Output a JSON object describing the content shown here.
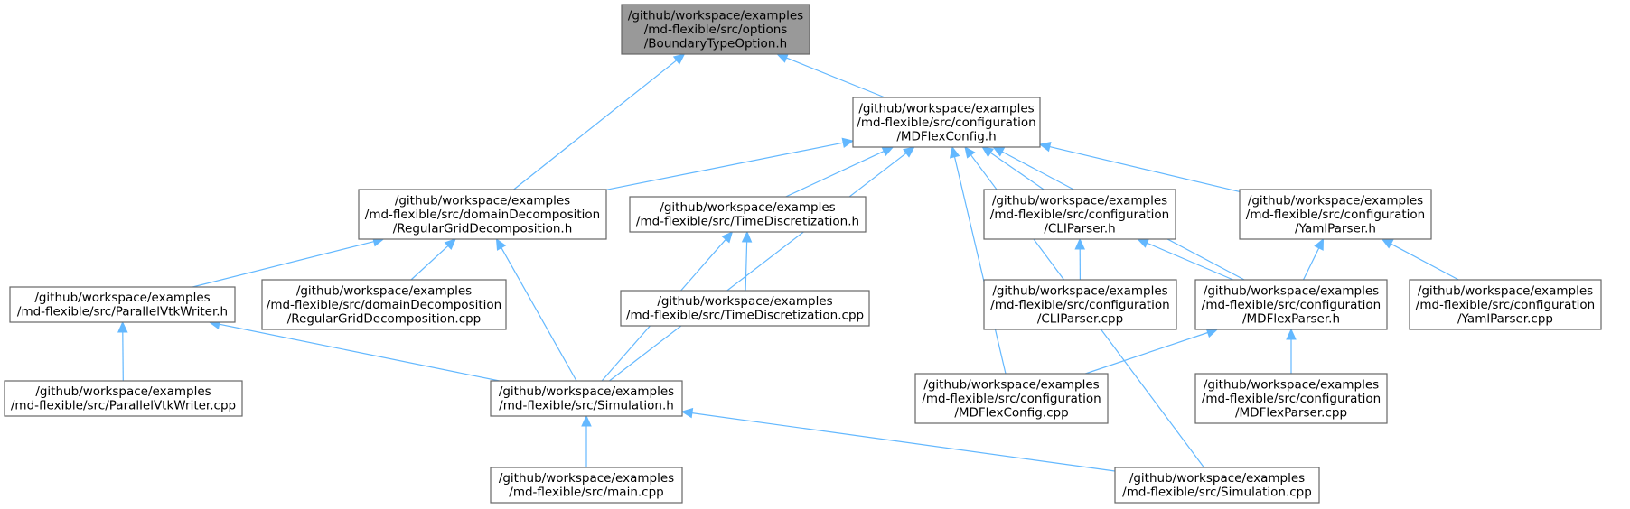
{
  "graph": {
    "nodes": [
      {
        "id": "BoundaryTypeOption_h",
        "lines": [
          "/github/workspace/examples",
          "/md-flexible/src/options",
          "/BoundaryTypeOption.h"
        ],
        "highlight": true
      },
      {
        "id": "MDFlexConfig_h",
        "lines": [
          "/github/workspace/examples",
          "/md-flexible/src/configuration",
          "/MDFlexConfig.h"
        ]
      },
      {
        "id": "RegularGridDecomposition_h",
        "lines": [
          "/github/workspace/examples",
          "/md-flexible/src/domainDecomposition",
          "/RegularGridDecomposition.h"
        ]
      },
      {
        "id": "TimeDiscretization_h",
        "lines": [
          "/github/workspace/examples",
          "/md-flexible/src/TimeDiscretization.h"
        ]
      },
      {
        "id": "CLIParser_h",
        "lines": [
          "/github/workspace/examples",
          "/md-flexible/src/configuration",
          "/CLIParser.h"
        ]
      },
      {
        "id": "YamlParser_h",
        "lines": [
          "/github/workspace/examples",
          "/md-flexible/src/configuration",
          "/YamlParser.h"
        ]
      },
      {
        "id": "ParallelVtkWriter_h",
        "lines": [
          "/github/workspace/examples",
          "/md-flexible/src/ParallelVtkWriter.h"
        ]
      },
      {
        "id": "RegularGridDecomposition_cpp",
        "lines": [
          "/github/workspace/examples",
          "/md-flexible/src/domainDecomposition",
          "/RegularGridDecomposition.cpp"
        ]
      },
      {
        "id": "TimeDiscretization_cpp",
        "lines": [
          "/github/workspace/examples",
          "/md-flexible/src/TimeDiscretization.cpp"
        ]
      },
      {
        "id": "CLIParser_cpp",
        "lines": [
          "/github/workspace/examples",
          "/md-flexible/src/configuration",
          "/CLIParser.cpp"
        ]
      },
      {
        "id": "MDFlexParser_h",
        "lines": [
          "/github/workspace/examples",
          "/md-flexible/src/configuration",
          "/MDFlexParser.h"
        ]
      },
      {
        "id": "YamlParser_cpp",
        "lines": [
          "/github/workspace/examples",
          "/md-flexible/src/configuration",
          "/YamlParser.cpp"
        ]
      },
      {
        "id": "ParallelVtkWriter_cpp",
        "lines": [
          "/github/workspace/examples",
          "/md-flexible/src/ParallelVtkWriter.cpp"
        ]
      },
      {
        "id": "Simulation_h",
        "lines": [
          "/github/workspace/examples",
          "/md-flexible/src/Simulation.h"
        ]
      },
      {
        "id": "MDFlexConfig_cpp",
        "lines": [
          "/github/workspace/examples",
          "/md-flexible/src/configuration",
          "/MDFlexConfig.cpp"
        ]
      },
      {
        "id": "MDFlexParser_cpp",
        "lines": [
          "/github/workspace/examples",
          "/md-flexible/src/configuration",
          "/MDFlexParser.cpp"
        ]
      },
      {
        "id": "main_cpp",
        "lines": [
          "/github/workspace/examples",
          "/md-flexible/src/main.cpp"
        ]
      },
      {
        "id": "Simulation_cpp",
        "lines": [
          "/github/workspace/examples",
          "/md-flexible/src/Simulation.cpp"
        ]
      }
    ],
    "edges": [
      {
        "from": "RegularGridDecomposition_h",
        "to": "BoundaryTypeOption_h"
      },
      {
        "from": "MDFlexConfig_h",
        "to": "BoundaryTypeOption_h"
      },
      {
        "from": "RegularGridDecomposition_h",
        "to": "MDFlexConfig_h"
      },
      {
        "from": "TimeDiscretization_h",
        "to": "MDFlexConfig_h"
      },
      {
        "from": "Simulation_h",
        "to": "MDFlexConfig_h"
      },
      {
        "from": "MDFlexConfig_cpp",
        "to": "MDFlexConfig_h"
      },
      {
        "from": "CLIParser_h",
        "to": "MDFlexConfig_h"
      },
      {
        "from": "YamlParser_h",
        "to": "MDFlexConfig_h"
      },
      {
        "from": "MDFlexParser_h",
        "to": "MDFlexConfig_h"
      },
      {
        "from": "Simulation_cpp",
        "to": "MDFlexConfig_h"
      },
      {
        "from": "ParallelVtkWriter_h",
        "to": "RegularGridDecomposition_h"
      },
      {
        "from": "RegularGridDecomposition_cpp",
        "to": "RegularGridDecomposition_h"
      },
      {
        "from": "Simulation_h",
        "to": "RegularGridDecomposition_h"
      },
      {
        "from": "Simulation_h",
        "to": "TimeDiscretization_h"
      },
      {
        "from": "TimeDiscretization_cpp",
        "to": "TimeDiscretization_h"
      },
      {
        "from": "CLIParser_cpp",
        "to": "CLIParser_h"
      },
      {
        "from": "MDFlexParser_h",
        "to": "CLIParser_h"
      },
      {
        "from": "MDFlexParser_h",
        "to": "YamlParser_h"
      },
      {
        "from": "YamlParser_cpp",
        "to": "YamlParser_h"
      },
      {
        "from": "ParallelVtkWriter_cpp",
        "to": "ParallelVtkWriter_h"
      },
      {
        "from": "Simulation_h",
        "to": "ParallelVtkWriter_h"
      },
      {
        "from": "MDFlexConfig_cpp",
        "to": "MDFlexParser_h"
      },
      {
        "from": "MDFlexParser_cpp",
        "to": "MDFlexParser_h"
      },
      {
        "from": "main_cpp",
        "to": "Simulation_h"
      },
      {
        "from": "Simulation_cpp",
        "to": "Simulation_h"
      }
    ]
  },
  "colors": {
    "edge": "#63b8ff",
    "node_border": "#666666",
    "root_fill": "#999999",
    "node_fill": "#ffffff"
  }
}
